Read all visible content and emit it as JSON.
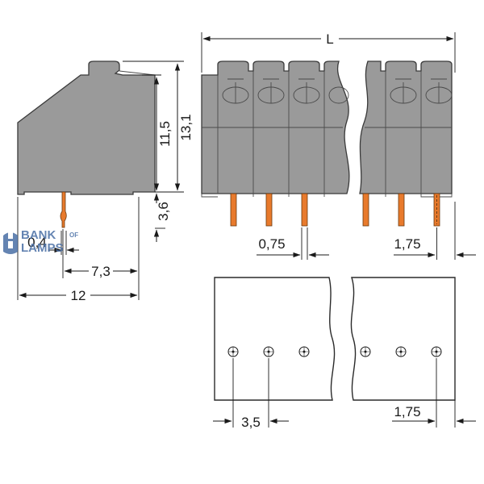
{
  "colors": {
    "housing": "#9a9a9a",
    "pin": "#e87a2c",
    "line": "#1a1a1a",
    "logo": "#4a6fa5"
  },
  "dimensions": {
    "total_length": "L",
    "height_upper": "11,5",
    "height_total": "13,1",
    "pin_length": "3,6",
    "pin_thickness": "0,4",
    "pin_offset": "7,3",
    "depth": "12",
    "pin_width": "0,75",
    "edge_pitch_top": "1,75",
    "pitch": "3,5",
    "edge_pitch_bottom": "1,75"
  },
  "logo": {
    "line1": "BANK",
    "of": "OF",
    "line2": "LAMPS",
    "icon": "lighthouse-icon"
  }
}
